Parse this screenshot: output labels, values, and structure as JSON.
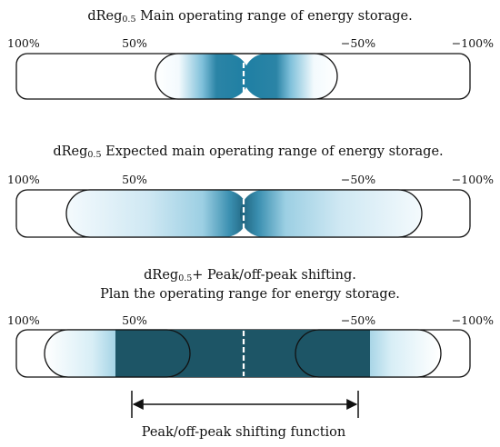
{
  "panel1": {
    "title_prefix": "dReg",
    "title_sub": "0.5",
    "title_rest": " Main operating range of energy storage.",
    "ticks": [
      "100%",
      "50%",
      "−50%",
      "−100%"
    ]
  },
  "panel2": {
    "title_prefix": "dReg",
    "title_sub": "0.5",
    "title_rest": " Expected main operating range of energy storage.",
    "ticks": [
      "100%",
      "50%",
      "−50%",
      "−100%"
    ]
  },
  "panel3": {
    "title_prefix": "dReg",
    "title_sub": "0.5",
    "title_rest": "+ Peak/off-peak shifting.",
    "title_line2": "Plan the operating range for energy storage.",
    "ticks": [
      "100%",
      "50%",
      "−50%",
      "−100%"
    ]
  },
  "function_label": "Peak/off-peak shifting function",
  "colors": {
    "gradient_dark": "#1e7fa3",
    "gradient_light": "#e6f4fa",
    "band_fill": "#1d5566",
    "outline": "#111111",
    "center_dash": "#ffffff"
  }
}
